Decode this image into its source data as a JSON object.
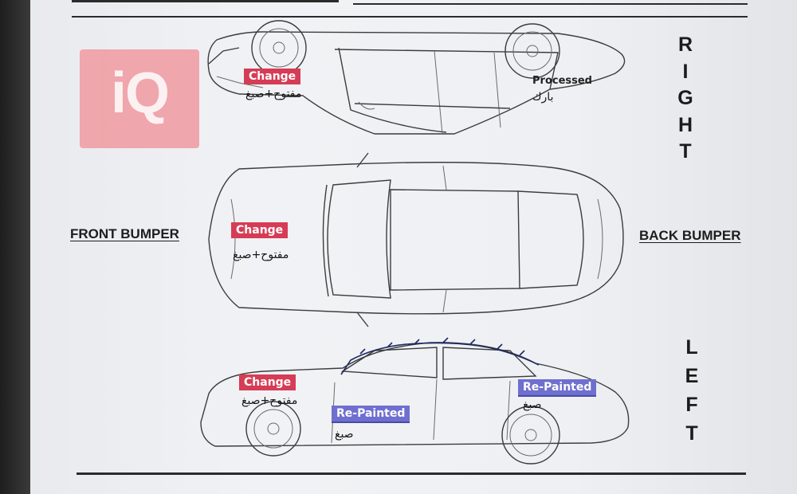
{
  "watermark": {
    "text": "iQ"
  },
  "labels": {
    "front_bumper": "FRONT BUMPER",
    "back_bumper": "BACK BUMPER",
    "right": [
      "R",
      "I",
      "G",
      "H",
      "T"
    ],
    "left": [
      "L",
      "E",
      "F",
      "T"
    ]
  },
  "annotations": {
    "right_view": {
      "change_label": "Change",
      "change_arabic": "مفتوح+صبغ",
      "processed_label": "Processed",
      "processed_arabic": "بارك"
    },
    "top_view": {
      "change_label": "Change",
      "change_arabic": "مفتوح+صبغ"
    },
    "left_view": {
      "change_label": "Change",
      "change_arabic": "مفتوح+صبغ",
      "repainted_front_label": "Re-Painted",
      "repainted_front_arabic": "صبغ",
      "repainted_rear_label": "Re-Painted",
      "repainted_rear_arabic": "صبغ"
    }
  },
  "colors": {
    "change_tag": "#d63c55",
    "repainted_tag": "#6f6fd0",
    "watermark": "#f09aa0"
  }
}
